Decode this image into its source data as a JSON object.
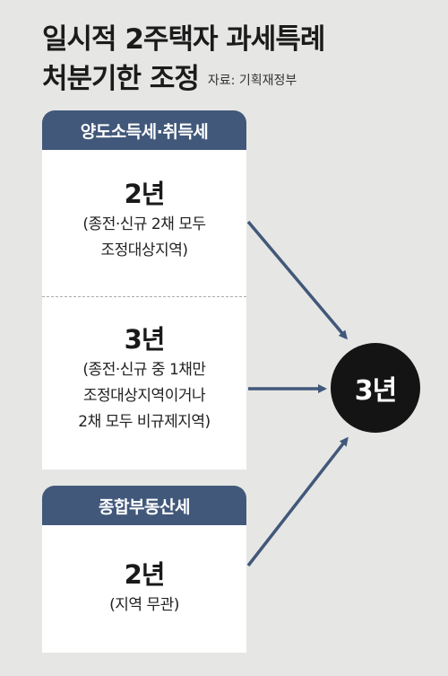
{
  "title": {
    "line1": "일시적 2주택자 과세특례",
    "line2": "처분기한 조정",
    "source": "자료: 기획재정부"
  },
  "sections": [
    {
      "header": "양도소득세·취득세",
      "entries": [
        {
          "years": "2년",
          "note_lines": [
            "(종전·신규 2채 모두",
            "조정대상지역)"
          ]
        },
        {
          "years": "3년",
          "note_lines": [
            "(종전·신규 중 1채만",
            "조정대상지역이거나",
            "2채 모두 비규제지역)"
          ]
        }
      ]
    },
    {
      "header": "종합부동산세",
      "entries": [
        {
          "years": "2년",
          "note_lines": [
            "(지역 무관)"
          ]
        }
      ]
    }
  ],
  "result": "3년",
  "colors": {
    "background": "#e6e6e4",
    "header": "#41587a",
    "arrow": "#41587a",
    "result_circle": "#141414"
  }
}
